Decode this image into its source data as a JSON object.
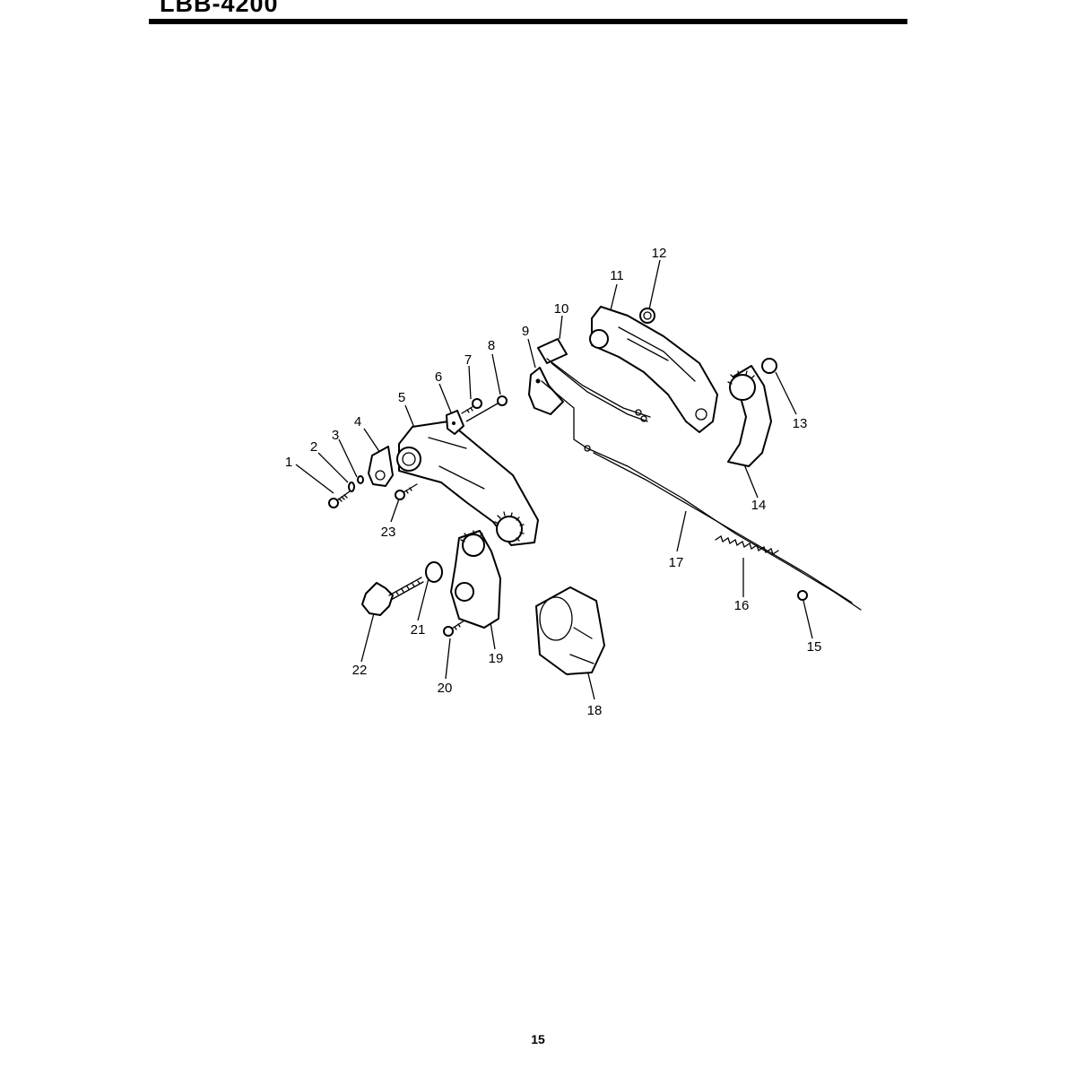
{
  "header": {
    "model": "LBB-4200"
  },
  "footer": {
    "page_number": "15"
  },
  "diagram": {
    "callouts": [
      "1",
      "2",
      "3",
      "4",
      "5",
      "6",
      "7",
      "8",
      "9",
      "10",
      "11",
      "12",
      "13",
      "14",
      "15",
      "16",
      "17",
      "18",
      "19",
      "20",
      "21",
      "22",
      "23"
    ]
  }
}
